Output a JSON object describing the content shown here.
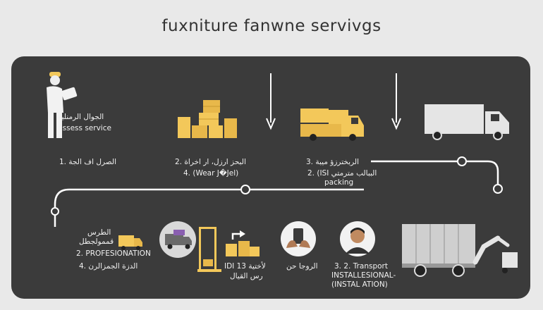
{
  "title": "fuxniture fanwne servivgs",
  "colors": {
    "panel": "#3b3b3b",
    "box": "#f3c85a",
    "box_dark": "#d6a73a",
    "truck": "#e5e5e5",
    "line": "#ffffff",
    "background": "#e9e9e9"
  },
  "steps": {
    "s1": {
      "line_a": "الجوال الرمنلية",
      "line_b": "ussess service",
      "line_c": "1. الصرل اف الجة"
    },
    "s2": {
      "line_a": "2. البحز ارزل، ار اخراة",
      "line_b": "4. (Wear J�Jel)"
    },
    "s3": {
      "line_a": "3. الربخترزؤ ميبة",
      "line_b": "2. (ISI الببالب مترمتي",
      "line_c": "packing"
    },
    "s4": {
      "line_a": "الطرس",
      "line_b": "قممولجطل",
      "line_c": "2. PROFESIONATION",
      "line_d": "4. الدزة الجمزالرن"
    },
    "s5": {
      "line_a": "IDI 13 لأختية",
      "line_b": "رس القيال"
    },
    "s6": {
      "line_a": "الروجا حن"
    },
    "s7": {
      "line_a": "3.   2.   Transport",
      "line_b": "INSTALLESIONAL-",
      "line_c": "(INSTAL ATION)"
    }
  },
  "icons": [
    "worker-with-tablet-icon",
    "stacked-boxes-icon",
    "moving-van-icon",
    "box-truck-icon",
    "van-circle-icon",
    "hand-truck-icon",
    "box-arrow-icon",
    "hands-phone-icon",
    "person-avatar-icon",
    "trailer-crane-icon"
  ]
}
